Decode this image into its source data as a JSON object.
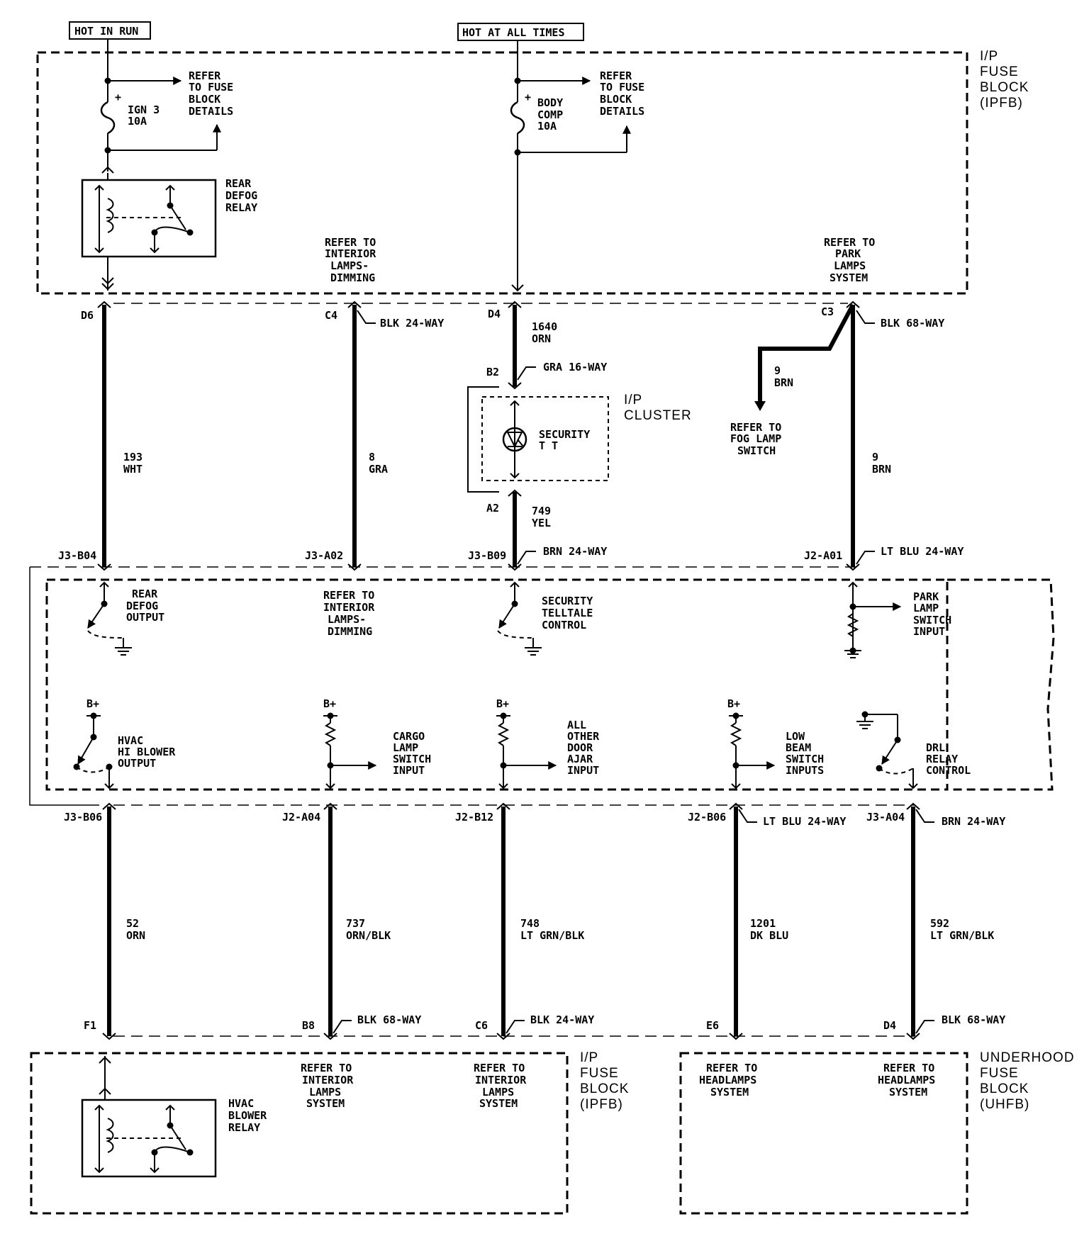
{
  "sources": {
    "hot_in_run": "HOT IN RUN",
    "hot_at_all_times": "HOT AT ALL TIMES"
  },
  "ipfb_top": {
    "title": [
      "I/P",
      "FUSE",
      "BLOCK",
      "(IPFB)"
    ],
    "fuse_ign3": [
      "IGN 3",
      "10A"
    ],
    "fuse_body": [
      "BODY",
      "COMP",
      "10A"
    ],
    "refer_fuse_a": [
      "REFER",
      "TO FUSE",
      "BLOCK",
      "DETAILS"
    ],
    "refer_fuse_b": [
      "REFER",
      "TO FUSE",
      "BLOCK",
      "DETAILS"
    ],
    "rear_defog_relay": [
      "REAR",
      "DEFOG",
      "RELAY"
    ],
    "refer_interior_dimming": [
      "REFER TO",
      "INTERIOR",
      "LAMPS-",
      "DIMMING"
    ],
    "refer_park": [
      "REFER TO",
      "PARK",
      "LAMPS",
      "SYSTEM"
    ],
    "plus": "+"
  },
  "upper_wires": {
    "w1": {
      "pin_top": "D6",
      "circuit": [
        "193",
        "WHT"
      ],
      "pin_bottom": "J3-B04"
    },
    "w2": {
      "pin_top": "C4",
      "connector": "BLK 24-WAY",
      "circuit": [
        "8",
        "GRA"
      ],
      "pin_bottom": "J3-A02"
    },
    "w3": {
      "pin_top": "D4",
      "circuit_top": [
        "1640",
        "ORN"
      ],
      "cluster_pin_top": "B2",
      "cluster_connector": "GRA 16-WAY",
      "cluster_pin_bottom": "A2",
      "circuit_bottom": [
        "749",
        "YEL"
      ],
      "pin_bottom": "J3-B09",
      "connector_bottom": "BRN 24-WAY"
    },
    "w4": {
      "pin_top": "C3",
      "connector": "BLK 68-WAY",
      "branch_circuit": [
        "9",
        "BRN"
      ],
      "branch_refer": [
        "REFER TO",
        "FOG LAMP",
        "SWITCH"
      ],
      "circuit": [
        "9",
        "BRN"
      ],
      "pin_bottom": "J2-A01",
      "connector_bottom": "LT BLU 24-WAY"
    }
  },
  "cluster": {
    "title": [
      "I/P",
      "CLUSTER"
    ],
    "lamp": [
      "SECURITY",
      "T T"
    ]
  },
  "module": {
    "rear_defog_output": [
      "REAR",
      "DEFOG",
      "OUTPUT"
    ],
    "refer_interior_dimming": [
      "REFER TO",
      "INTERIOR",
      "LAMPS-",
      "DIMMING"
    ],
    "security_telltale": [
      "SECURITY",
      "TELLTALE",
      "CONTROL"
    ],
    "park_lamp_input": [
      "PARK",
      "LAMP",
      "SWITCH",
      "INPUT"
    ],
    "bplus": "B+",
    "hvac_hi_blower": [
      "HVAC",
      "HI BLOWER",
      "OUTPUT"
    ],
    "cargo_lamp": [
      "CARGO",
      "LAMP",
      "SWITCH",
      "INPUT"
    ],
    "door_ajar": [
      "ALL",
      "OTHER",
      "DOOR",
      "AJAR",
      "INPUT"
    ],
    "low_beam": [
      "LOW",
      "BEAM",
      "SWITCH",
      "INPUTS"
    ],
    "drl_relay": [
      "DRL",
      "RELAY",
      "CONTROL"
    ]
  },
  "lower_wires": {
    "w1": {
      "pin_top": "J3-B06",
      "circuit": [
        "52",
        "ORN"
      ],
      "pin_bottom": "F1"
    },
    "w2": {
      "pin_top": "J2-A04",
      "circuit": [
        "737",
        "ORN/BLK"
      ],
      "pin_bottom": "B8",
      "connector_bottom": "BLK 68-WAY"
    },
    "w3": {
      "pin_top": "J2-B12",
      "circuit": [
        "748",
        "LT GRN/BLK"
      ],
      "pin_bottom": "C6",
      "connector_bottom": "BLK 24-WAY"
    },
    "w4": {
      "pin_top": "J2-B06",
      "connector_top": "LT BLU 24-WAY",
      "circuit": [
        "1201",
        "DK BLU"
      ],
      "pin_bottom": "E6"
    },
    "w5": {
      "pin_top": "J3-A04",
      "connector_top": "BRN 24-WAY",
      "circuit": [
        "592",
        "LT GRN/BLK"
      ],
      "pin_bottom": "D4",
      "connector_bottom": "BLK 68-WAY"
    }
  },
  "ipfb_bottom": {
    "title": [
      "I/P",
      "FUSE",
      "BLOCK",
      "(IPFB)"
    ],
    "hvac_blower_relay": [
      "HVAC",
      "BLOWER",
      "RELAY"
    ],
    "refer_a": [
      "REFER TO",
      "INTERIOR",
      "LAMPS",
      "SYSTEM"
    ],
    "refer_b": [
      "REFER TO",
      "INTERIOR",
      "LAMPS",
      "SYSTEM"
    ]
  },
  "uhfb": {
    "title": [
      "UNDERHOOD",
      "FUSE",
      "BLOCK",
      "(UHFB)"
    ],
    "refer_a": [
      "REFER TO",
      "HEADLAMPS",
      "SYSTEM"
    ],
    "refer_b": [
      "REFER TO",
      "HEADLAMPS",
      "SYSTEM"
    ]
  }
}
